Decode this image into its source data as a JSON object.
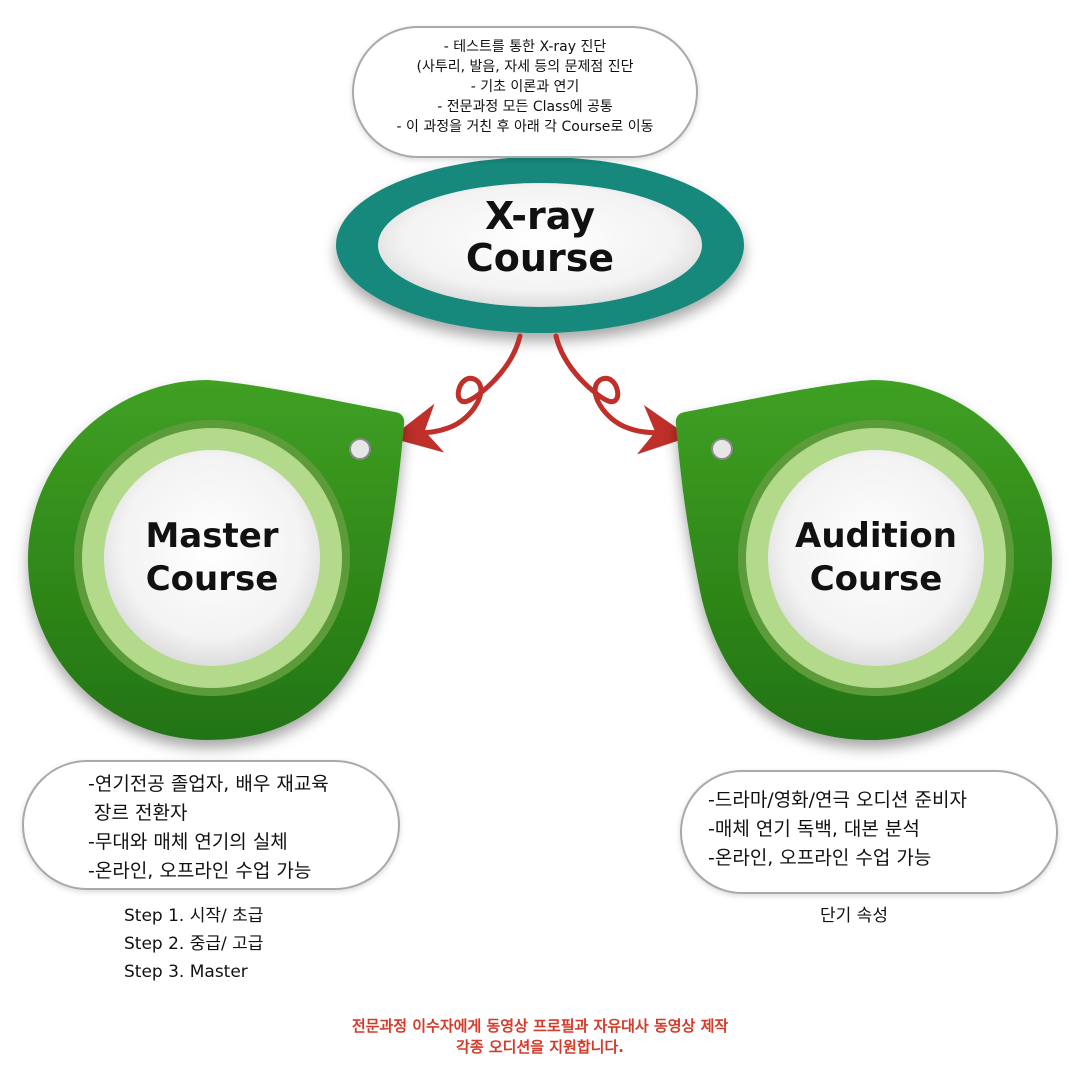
{
  "xray": {
    "title_line1": "X-ray",
    "title_line2": "Course",
    "notes": [
      "- 테스트를 통한 X-ray 진단",
      "(사투리, 발음, 자세 등의 문제점 진단",
      "- 기초 이론과 연기",
      "- 전문과정 모든 Class에 공통",
      "- 이 과정을 거친 후 아래 각 Course로 이동"
    ]
  },
  "master": {
    "title_line1": "Master",
    "title_line2": "Course",
    "notes": [
      "-연기전공 졸업자, 배우 재교육",
      " 장르 전환자",
      "-무대와 매체 연기의 실체",
      "-온라인, 오프라인 수업 가능"
    ],
    "steps": [
      "Step 1. 시작/ 초급",
      "Step 2. 중급/ 고급",
      "Step 3. Master"
    ]
  },
  "audition": {
    "title_line1": "Audition",
    "title_line2": "Course",
    "notes": [
      "-드라마/영화/연극 오디션 준비자",
      "-매체 연기 독백, 대본 분석",
      "-온라인, 오프라인 수업 가능"
    ],
    "caption": "단기 속성"
  },
  "footer": {
    "line1": "전문과정 이수자에게 동영상 프로필과 자유대사 동영상 제작",
    "line2": "각종 오디션을 지원합니다."
  },
  "colors": {
    "teal": "#14897c",
    "green_dark": "#2e8a15",
    "green_light": "#b3d98a",
    "arrow_red": "#c0302a",
    "footer_red": "#d33b2a"
  }
}
